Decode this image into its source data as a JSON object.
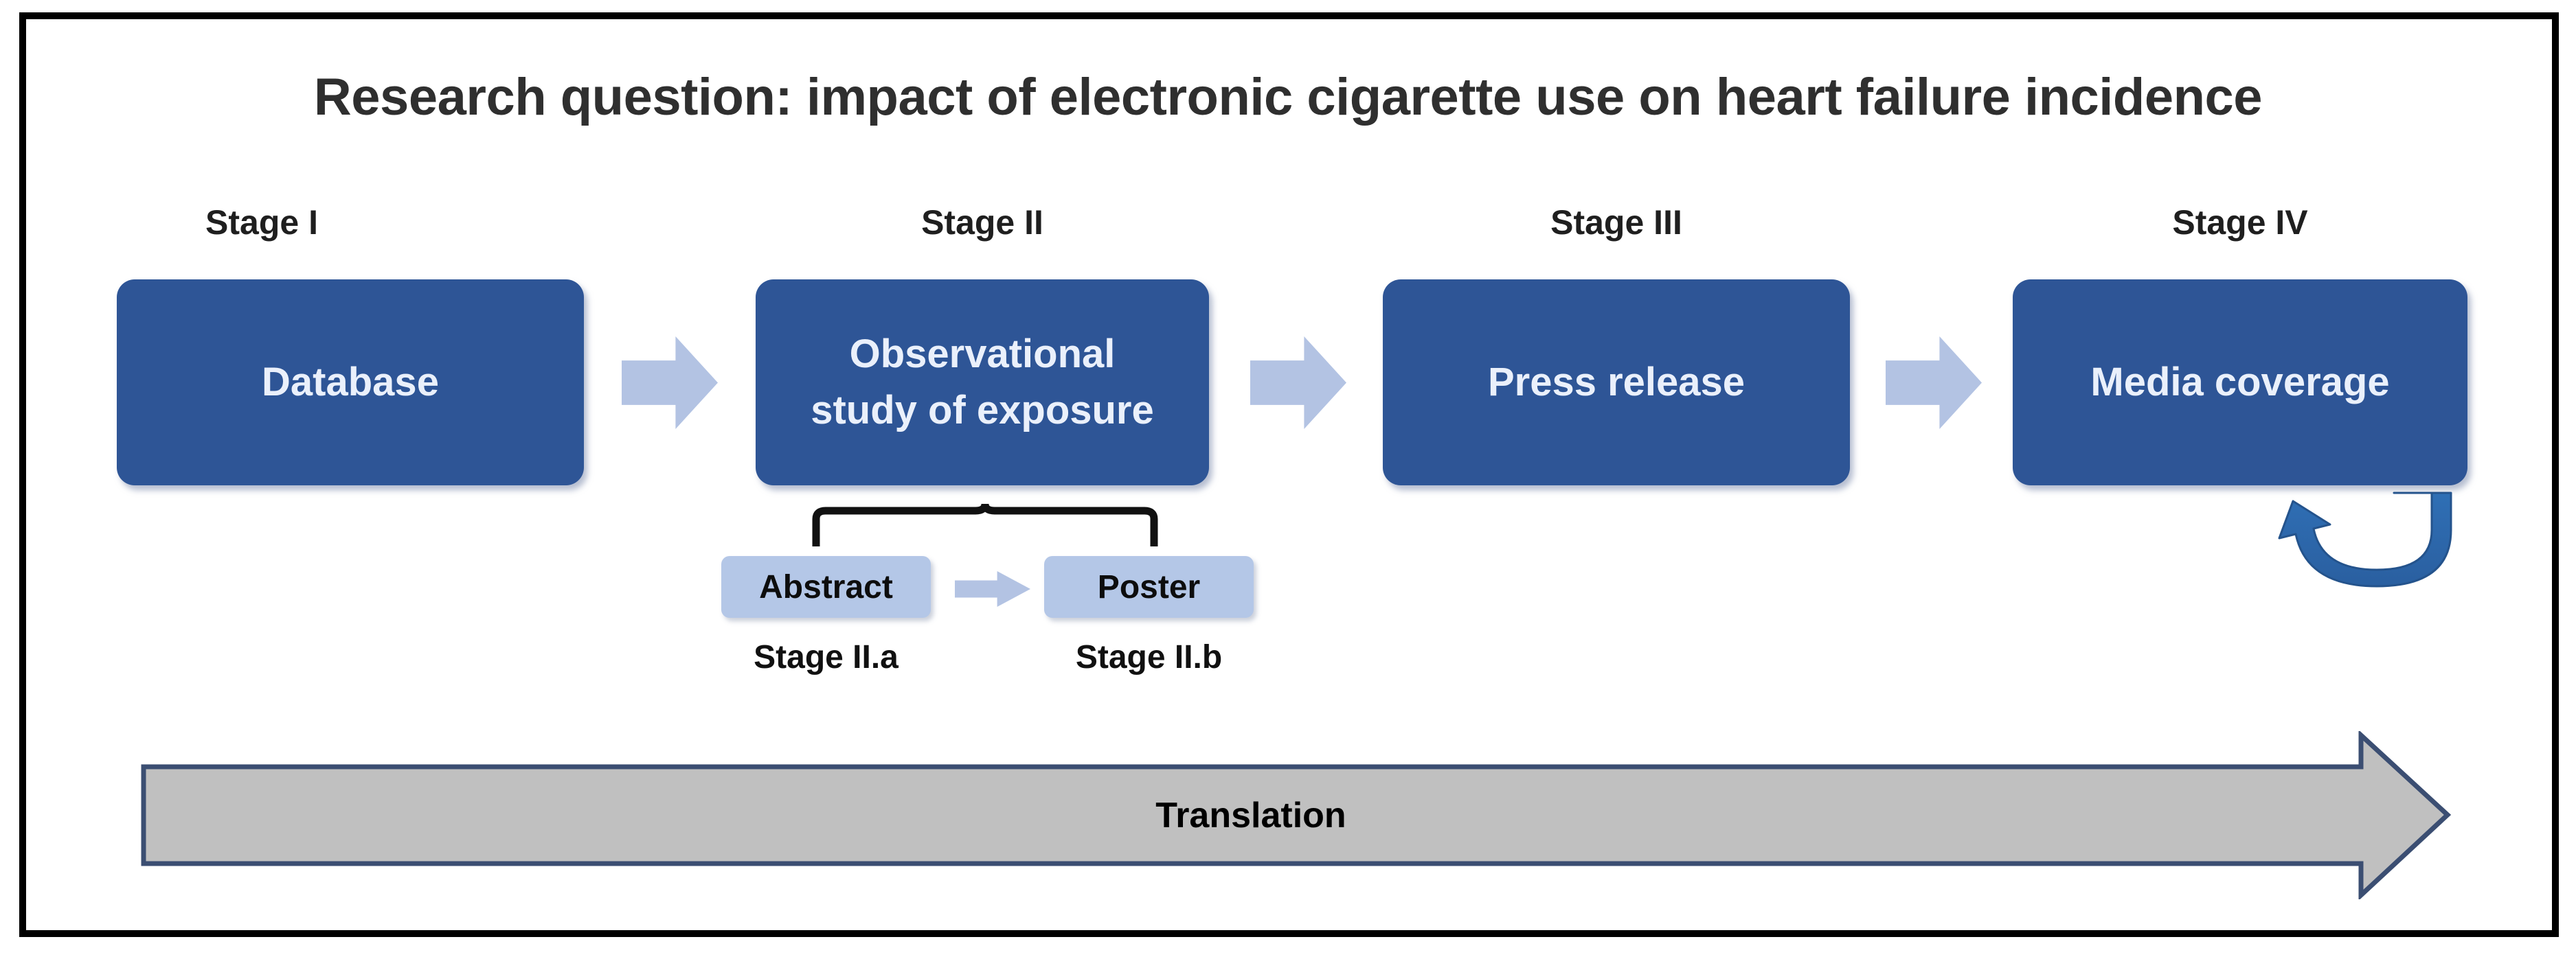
{
  "diagram": {
    "title": "Research question: impact of electronic cigarette use on heart failure incidence",
    "colors": {
      "primary_box": "#2E5596",
      "secondary_box": "#B4C7E7",
      "connector_arrow": "#B3C3E3",
      "translation_arrow_fill": "#C0C0C0",
      "translation_arrow_outline": "#3B4E72",
      "loop_arrow": "#2E6BB0",
      "frame": "#000000",
      "title_text": "#2F2F2F",
      "box_text": "#EAF0FB"
    },
    "stages": [
      {
        "caption": "Stage I",
        "label_lines": [
          "Database"
        ]
      },
      {
        "caption": "Stage II",
        "label_lines": [
          "Observational",
          "study of exposure"
        ]
      },
      {
        "caption": "Stage III",
        "label_lines": [
          "Press release"
        ]
      },
      {
        "caption": "Stage IV",
        "label_lines": [
          "Media coverage"
        ]
      }
    ],
    "substages": [
      {
        "caption": "Stage II.a",
        "label": "Abstract"
      },
      {
        "caption": "Stage II.b",
        "label": "Poster"
      }
    ],
    "translation": {
      "label": "Translation"
    },
    "icons": {
      "connector_arrow": "right-block-arrow",
      "substage_connector_arrow": "right-block-arrow",
      "feedback_arrow": "u-turn-loop-arrow",
      "grouping_brace": "curly-brace"
    }
  }
}
